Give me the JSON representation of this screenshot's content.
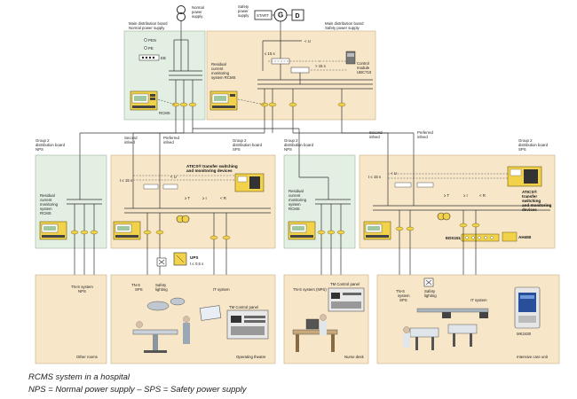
{
  "labels": {
    "normal_power_supply": [
      "Normal",
      "power",
      "supply"
    ],
    "safety_power_supply": [
      "Safety",
      "power",
      "supply"
    ],
    "start": "START",
    "generator": "G",
    "diesel": "D",
    "main_board_nps": [
      "Main distribution board",
      "Normal power supply"
    ],
    "main_board_sps": [
      "Main distribution board",
      "Safety power supply"
    ],
    "pen": "PEN",
    "pe": "PE",
    "eb": "EB",
    "rcms": "RCMS",
    "residual_monitoring_main": [
      "Residual",
      "current",
      "monitoring",
      "system RCMS"
    ],
    "control_module": [
      "Control",
      "module",
      "UBC710"
    ],
    "t15_main_left": "≤ 15 s",
    "t15_main_right": "> 15 s",
    "u_main": "< U",
    "group2_nps_left": [
      "Group 2",
      "distribution board",
      "NPS"
    ],
    "group2_sps_left": [
      "Group 2",
      "distribution board",
      "SPS"
    ],
    "group2_nps_right": [
      "Group 2",
      "distribution board",
      "NPS"
    ],
    "group2_sps_right": [
      "Group 2",
      "distribution board",
      "SPS"
    ],
    "second_infeed": [
      "Second",
      "infeed"
    ],
    "preferred_infeed": [
      "Preferred",
      "infeed"
    ],
    "atics_left": [
      "ATICS® transfer switching",
      "and monitoring devices"
    ],
    "atics_right": [
      "ATICS®",
      "transfer",
      "switching",
      "and monitoring",
      "devices"
    ],
    "residual_monitoring_group": [
      "Residual",
      "current",
      "monitoring",
      "system",
      "RCMS"
    ],
    "t15_group": "t ≤ 15 s",
    "u_group": "< U",
    "ir": "≥ I",
    "r": "< R",
    "it": "≥ T",
    "ups": "UPS",
    "ups_time": "t ≤ 0,5 s",
    "eds": "EDS151",
    "ah": "AH450",
    "tns_nps": [
      "TN-S system",
      "NPS"
    ],
    "tns_sps": [
      "TN-S",
      "system",
      "SPS"
    ],
    "safety_lighting": [
      "Safety",
      "lighting"
    ],
    "it_system": "IT system",
    "tm_control_panel": "TM Control panel",
    "tns_nps_right": "TN-S system (NPS)",
    "mk": "MK2430",
    "other_rooms": "Other rooms",
    "operating_theatre": "Operating theatre",
    "nurse_desk": "Nurse desk",
    "icu": "Intensive care unit"
  },
  "caption": {
    "line1": "RCMS system in a hospital",
    "line2": "NPS = Normal power supply – SPS = Safety power supply"
  }
}
